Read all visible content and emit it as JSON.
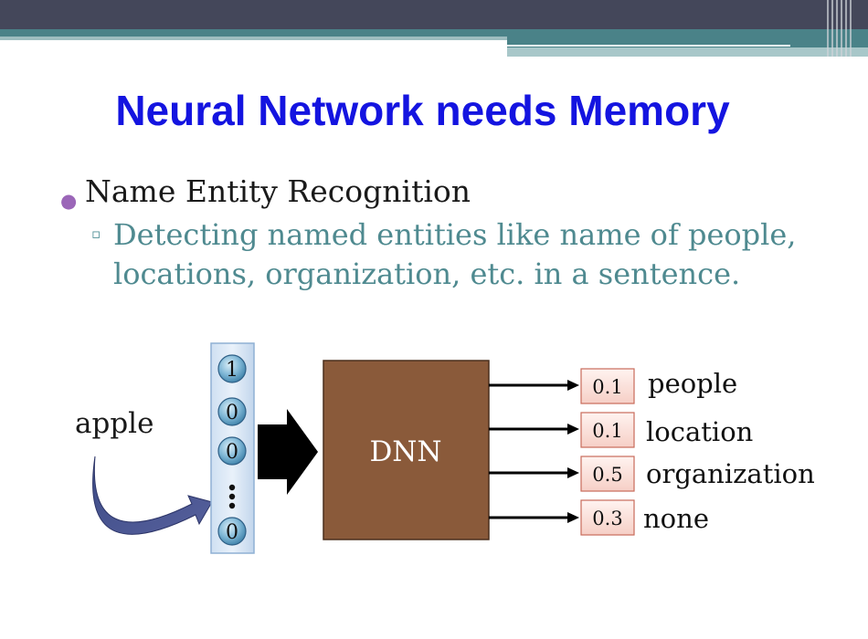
{
  "slide": {
    "title": "Neural Network needs Memory",
    "bullet": "Name Entity Recognition",
    "sub_bullet": "Detecting named entities like name of people, locations, organization, etc. in a sentence."
  },
  "diagram": {
    "input_word": "apple",
    "vector": [
      "1",
      "0",
      "0",
      "0"
    ],
    "model_label": "DNN",
    "outputs": [
      {
        "score": "0.1",
        "label": "people"
      },
      {
        "score": "0.1",
        "label": "location"
      },
      {
        "score": "0.5",
        "label": "organization"
      },
      {
        "score": "0.3",
        "label": "none"
      }
    ]
  }
}
